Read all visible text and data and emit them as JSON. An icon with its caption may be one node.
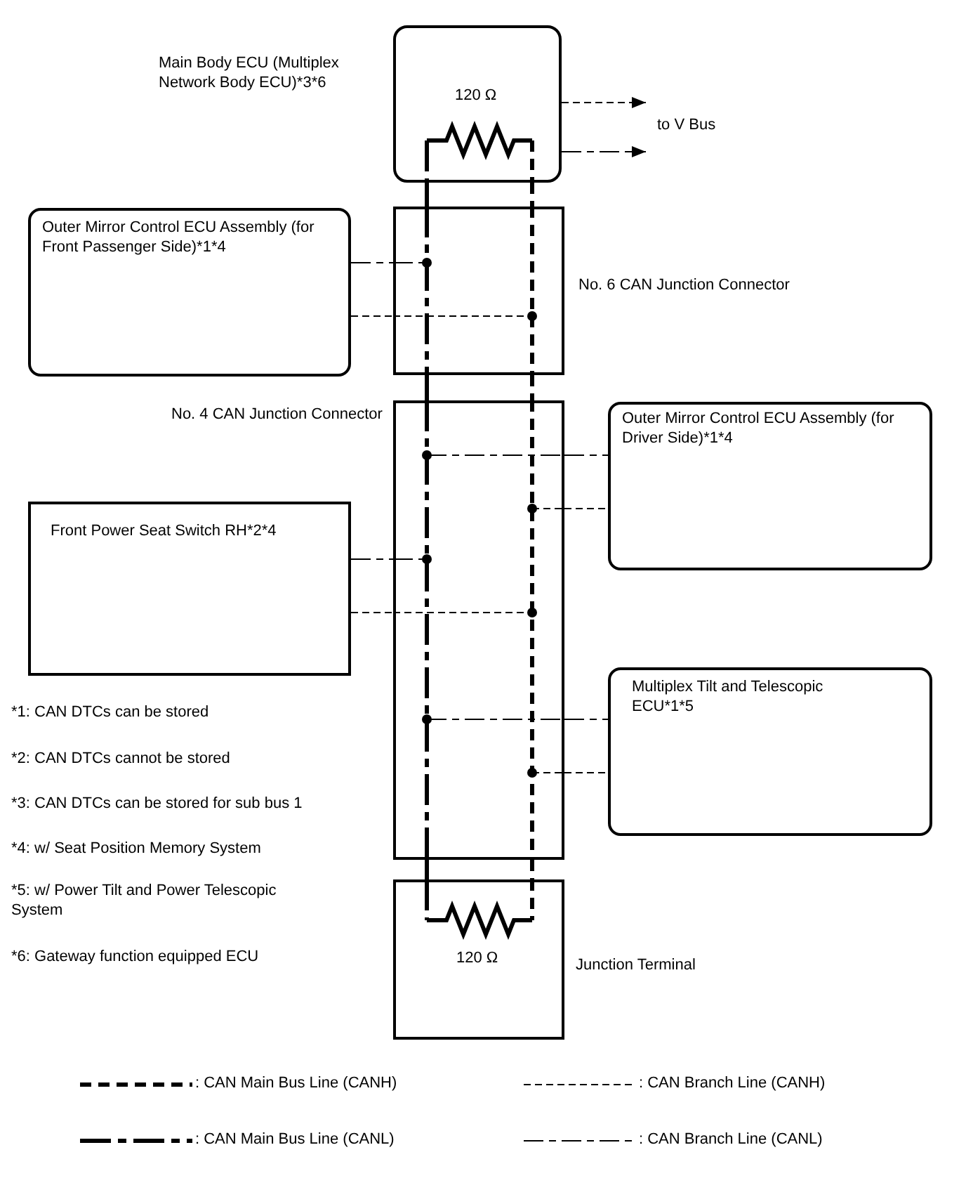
{
  "diagram": {
    "nodes": [
      {
        "text": [
          "Main Body ECU (Multiplex Network Body ECU)*3*6",
          "120 Ω"
        ]
      },
      {
        "text": [
          "Outer Mirror Control ECU Assembly (for Front Passenger Side)*1*4"
        ]
      },
      {
        "text": [
          "No. 6 CAN Junction Connector"
        ]
      },
      {
        "text": [
          "No. 4 CAN Junction Connector"
        ]
      },
      {
        "text": [
          "Outer Mirror Control ECU Assembly (for Driver Side)*1*4"
        ]
      },
      {
        "text": [
          "Front Power Seat Switch RH*2*4"
        ]
      },
      {
        "text": [
          "Multiplex Tilt and Telescopic ECU*1*5"
        ]
      },
      {
        "text": [
          "120 Ω",
          "Junction Terminal"
        ]
      },
      {
        "text": [
          "to V Bus"
        ]
      }
    ],
    "edges": [
      {
        "from": 0,
        "to": 8,
        "arrow": "to",
        "style": "dashed"
      },
      {
        "from": 0,
        "to": 8,
        "arrow": "to",
        "style": "dashed"
      },
      {
        "from": 0,
        "to": 2,
        "arrow": "none",
        "style": "dashed"
      },
      {
        "from": 0,
        "to": 2,
        "arrow": "none",
        "style": "dashed"
      },
      {
        "from": 2,
        "to": 3,
        "arrow": "none",
        "style": "dashed"
      },
      {
        "from": 2,
        "to": 3,
        "arrow": "none",
        "style": "dashed"
      },
      {
        "from": 3,
        "to": 7,
        "arrow": "none",
        "style": "dashed"
      },
      {
        "from": 3,
        "to": 7,
        "arrow": "none",
        "style": "dashed"
      },
      {
        "from": 1,
        "to": 2,
        "arrow": "none",
        "style": "dashed"
      },
      {
        "from": 1,
        "to": 2,
        "arrow": "none",
        "style": "dashed"
      },
      {
        "from": 3,
        "to": 4,
        "arrow": "none",
        "style": "dashed"
      },
      {
        "from": 3,
        "to": 4,
        "arrow": "none",
        "style": "dashed"
      },
      {
        "from": 5,
        "to": 3,
        "arrow": "none",
        "style": "dashed"
      },
      {
        "from": 5,
        "to": 3,
        "arrow": "none",
        "style": "dashed"
      },
      {
        "from": 3,
        "to": 6,
        "arrow": "none",
        "style": "dashed"
      },
      {
        "from": 3,
        "to": 6,
        "arrow": "none",
        "style": "dashed"
      }
    ],
    "labels": [
      "*1: CAN DTCs can be stored",
      "*2: CAN DTCs cannot be stored",
      "*3: CAN DTCs can be stored for sub bus 1",
      "*4: w/ Seat Position Memory System",
      "*5: w/ Power Tilt and Power Telescopic System",
      "*6: Gateway function equipped ECU"
    ],
    "legend": [
      {
        "text": ": CAN Main Bus Line (CANH)"
      },
      {
        "text": ": CAN Branch Line (CANH)"
      },
      {
        "text": ": CAN Main Bus Line (CANL)"
      },
      {
        "text": ": CAN Branch Line (CANL)"
      }
    ]
  }
}
